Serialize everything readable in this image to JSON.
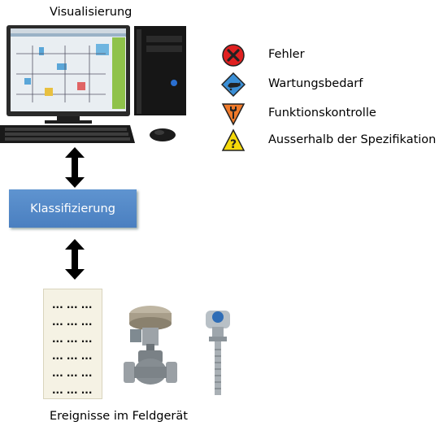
{
  "header": {
    "title": "Visualisierung"
  },
  "classification": {
    "label": "Klassifizierung"
  },
  "legend": [
    {
      "label": "Fehler",
      "icon": "error-icon",
      "color": "#e02020"
    },
    {
      "label": "Wartungsbedarf",
      "icon": "maintenance-icon",
      "color": "#3b8fd6"
    },
    {
      "label": "Funktionskontrolle",
      "icon": "function-check-icon",
      "color": "#f07a2a"
    },
    {
      "label": "Ausserhalb der Spezifikation",
      "icon": "out-of-spec-icon",
      "color": "#f5d90a"
    }
  ],
  "events": {
    "rows": [
      "... ... ...",
      "... ... ...",
      "... ... ...",
      "... ... ...",
      "... ... ...",
      "... ... ..."
    ],
    "caption": "Ereignisse im Feldgerät"
  }
}
